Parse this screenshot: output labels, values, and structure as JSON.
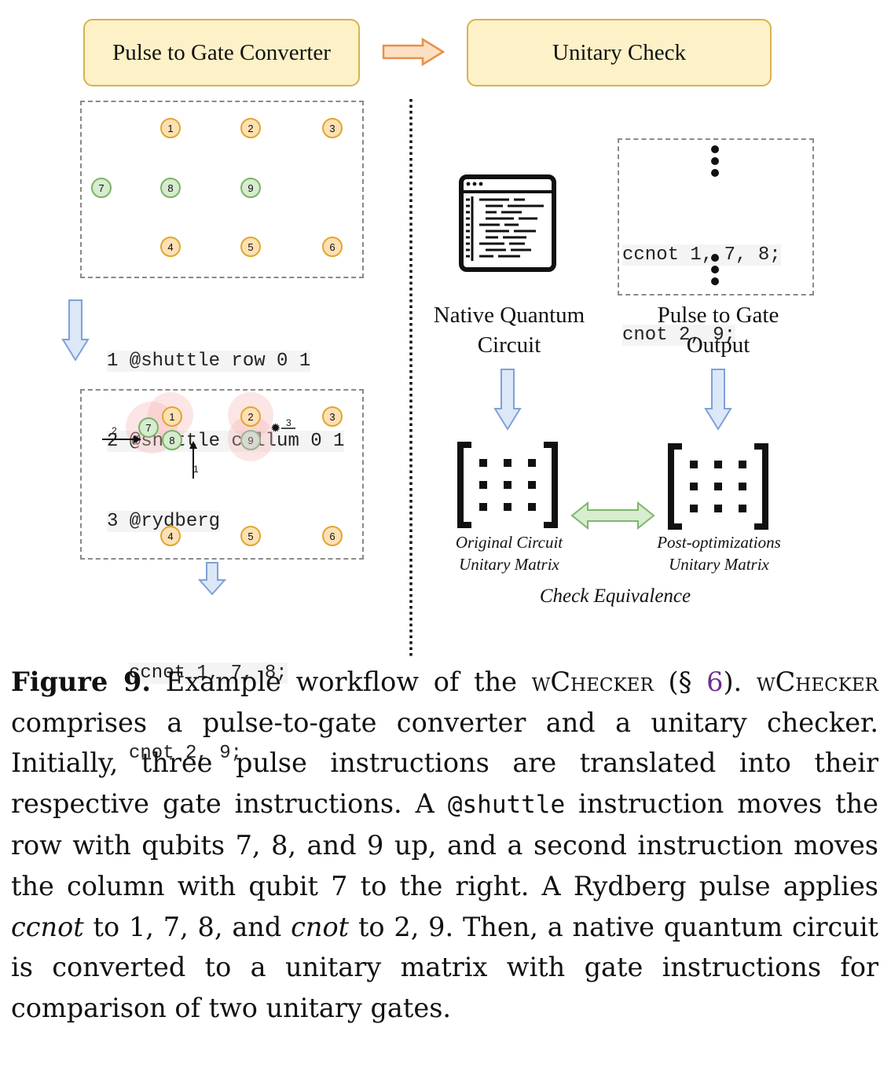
{
  "header": {
    "converter_label": "Pulse to Gate Converter",
    "check_label": "Unitary Check"
  },
  "grid_top": {
    "qubits": [
      "1",
      "2",
      "3",
      "7",
      "8",
      "9",
      "4",
      "5",
      "6"
    ]
  },
  "pulse_code": {
    "lines": [
      "1 @shuttle row 0 1",
      "2 @shuttle collum 0 1",
      "3 @rydberg"
    ]
  },
  "grid_bottom": {
    "qubits": [
      "1",
      "7",
      "8",
      "2",
      "9",
      "3",
      "4",
      "5",
      "6"
    ],
    "arrow_labels": [
      "2",
      "1",
      "3"
    ]
  },
  "gate_output_left": {
    "lines": [
      "ccnot 1, 7, 8;",
      "cnot 2, 9;"
    ]
  },
  "right": {
    "gate_output_box_lines": [
      "ccnot 1, 7, 8;",
      "cnot 2, 9;"
    ],
    "native_label_line1": "Native Quantum",
    "native_label_line2": "Circuit",
    "output_label_line1": "Pulse to Gate",
    "output_label_line2": "Output",
    "original_line1": "Original Circuit",
    "original_line2": "Unitary Matrix",
    "post_line1": "Post-optimizations",
    "post_line2": "Unitary Matrix",
    "check_equivalence": "Check Equivalence"
  },
  "caption": {
    "figure": "Figure 9.",
    "t1": " Example workflow of the ",
    "name": "wChecker",
    "t2": " (§ ",
    "ref": "6",
    "t3": "). ",
    "t4": " comprises a pulse-to-gate converter and a unitary checker. Initially, three pulse instructions are translated into their respective gate instructions. A ",
    "code": "@shuttle",
    "t5": " instruction moves the row with qubits 7, 8, and 9 up, and a second instruction moves the column with qubit 7 to the right. A Rydberg pulse applies ",
    "ccnot": "ccnot",
    "t6": " to 1, 7, 8, and ",
    "cnot": "cnot",
    "t7": " to 2, 9. Then, a native quantum circuit is converted to a unitary matrix with gate instructions for comparison of two unitary gates."
  }
}
